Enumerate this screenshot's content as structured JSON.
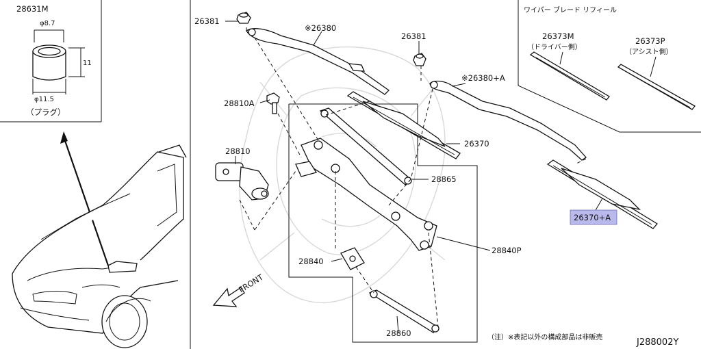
{
  "plug_inset": {
    "part_no": "28631M",
    "dim_top": "φ8.7",
    "dim_height": "11",
    "dim_bottom": "φ11.5",
    "caption": "（プラグ）"
  },
  "refill_box": {
    "title": "ワイパー ブレード リフィール",
    "driver_part_no": "26373M",
    "driver_caption": "（ドライバー側）",
    "assist_part_no": "26373P",
    "assist_caption": "（アシスト側）"
  },
  "callouts": {
    "p26381_left": "26381",
    "p26380": "※26380",
    "p26381_right": "26381",
    "p26380a": "※26380+A",
    "p28810a": "28810A",
    "p28810": "28810",
    "p26370": "26370",
    "p28865": "28865",
    "p26370a": "26370+A",
    "p28840p": "28840P",
    "p28840": "28840",
    "p28860": "28860"
  },
  "highlight_color": "#b9b9ec",
  "front_label": "FRONT",
  "note": "（注）※表記以外の構成部品は非販売",
  "diagram_id": "J288002Y"
}
